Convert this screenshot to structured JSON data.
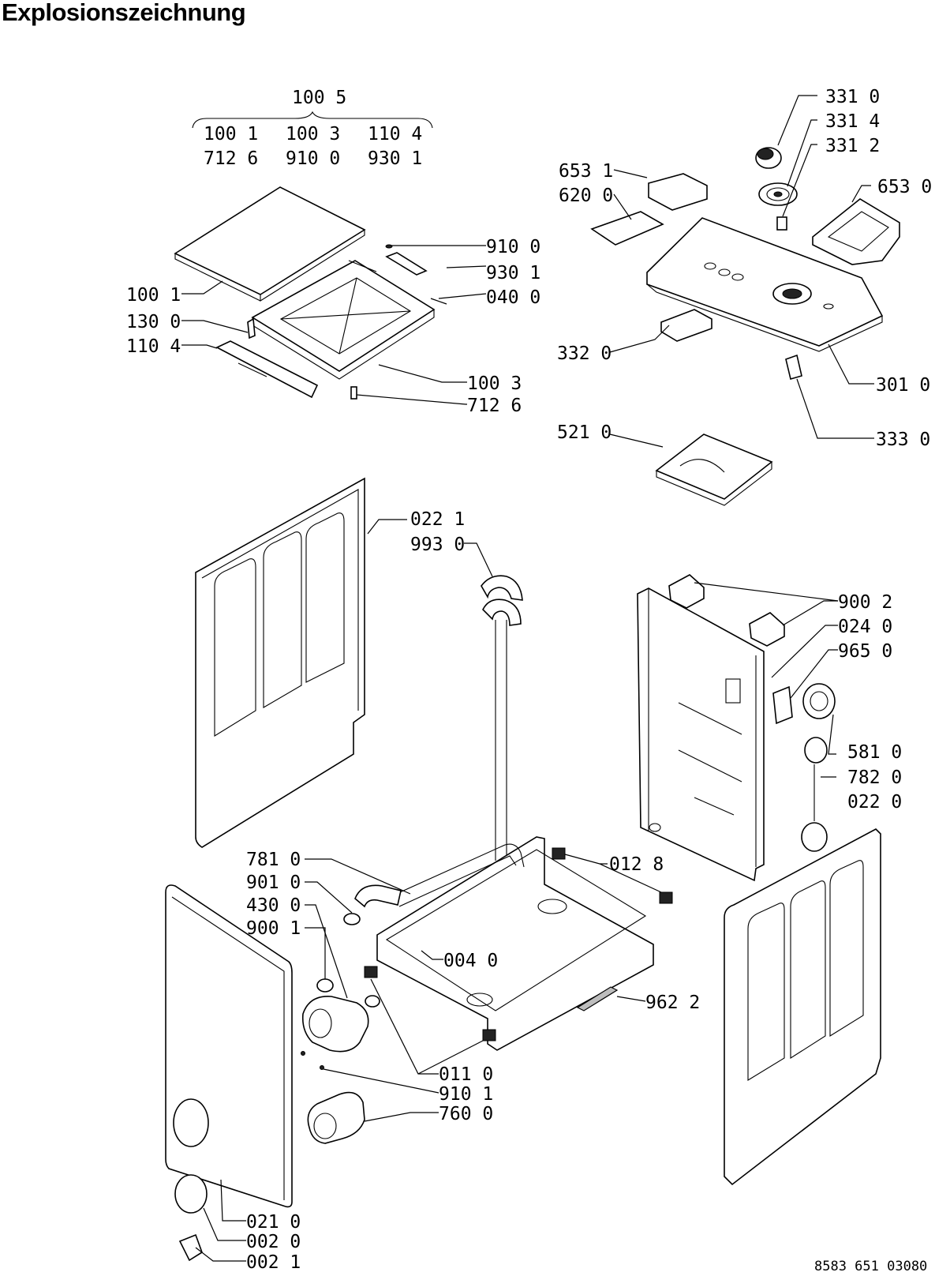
{
  "title": "Explosionszeichnung",
  "document_number": "8583 651 03080",
  "kit": {
    "main": "100 5",
    "row1": [
      "100 1",
      "100 3",
      "110 4"
    ],
    "row2": [
      "712 6",
      "910 0",
      "930 1"
    ]
  },
  "labels": {
    "top_lid": [
      "910 0",
      "930 1",
      "040 0",
      "100 1",
      "130 0",
      "110 4",
      "100 3",
      "712 6"
    ],
    "control_panel": [
      "331 0",
      "331 4",
      "331 2",
      "653 1",
      "620 0",
      "653 0",
      "332 0",
      "301 0",
      "333 0",
      "521 0"
    ],
    "middle": [
      "022 1",
      "993 0",
      "900 2",
      "024 0",
      "965 0",
      "581 0",
      "782 0",
      "022 0"
    ],
    "bottom": [
      "781 0",
      "901 0",
      "430 0",
      "900 1",
      "012 8",
      "004 0",
      "962 2",
      "011 0",
      "910 1",
      "760 0",
      "021 0",
      "002 0",
      "002 1"
    ]
  }
}
